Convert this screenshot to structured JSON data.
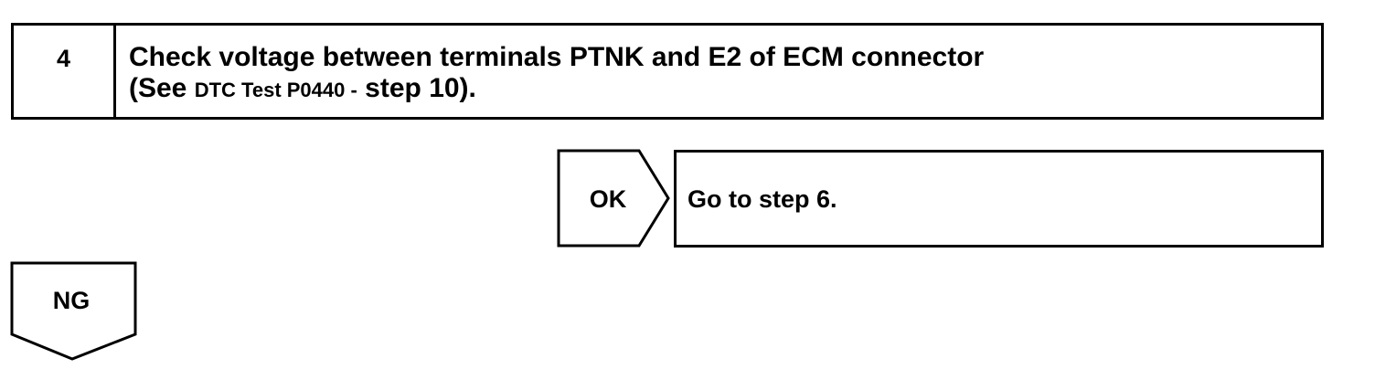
{
  "step": {
    "number": "4",
    "line1": "Check voltage between terminals PTNK and E2 of ECM connector",
    "line2_prefix": "(See",
    "line2_reference": "DTC Test P0440 -",
    "line2_suffix": "step 10)."
  },
  "ok_branch": {
    "label": "OK",
    "action": "Go to step 6."
  },
  "ng_branch": {
    "label": "NG"
  }
}
